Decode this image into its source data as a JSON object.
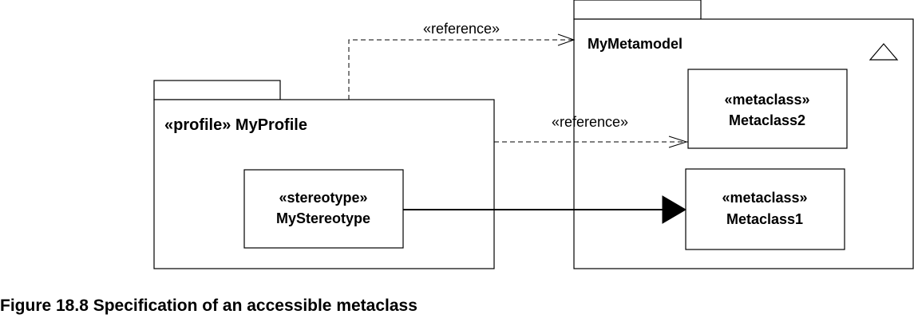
{
  "diagram": {
    "profile_package": {
      "label": "«profile» MyProfile"
    },
    "stereotype": {
      "stereotype_label": "«stereotype»",
      "name": "MyStereotype"
    },
    "metamodel_package": {
      "label": "MyMetamodel",
      "marker_icon": "triangle-icon"
    },
    "metaclass2": {
      "stereotype_label": "«metaclass»",
      "name": "Metaclass2"
    },
    "metaclass1": {
      "stereotype_label": "«metaclass»",
      "name": "Metaclass1"
    },
    "reference_top": {
      "label": "«reference»"
    },
    "reference_middle": {
      "label": "«reference»"
    },
    "extension_arrow": {
      "head_icon": "filled-triangle-arrowhead"
    }
  },
  "caption": "Figure 18.8 Specification of an accessible metaclass"
}
